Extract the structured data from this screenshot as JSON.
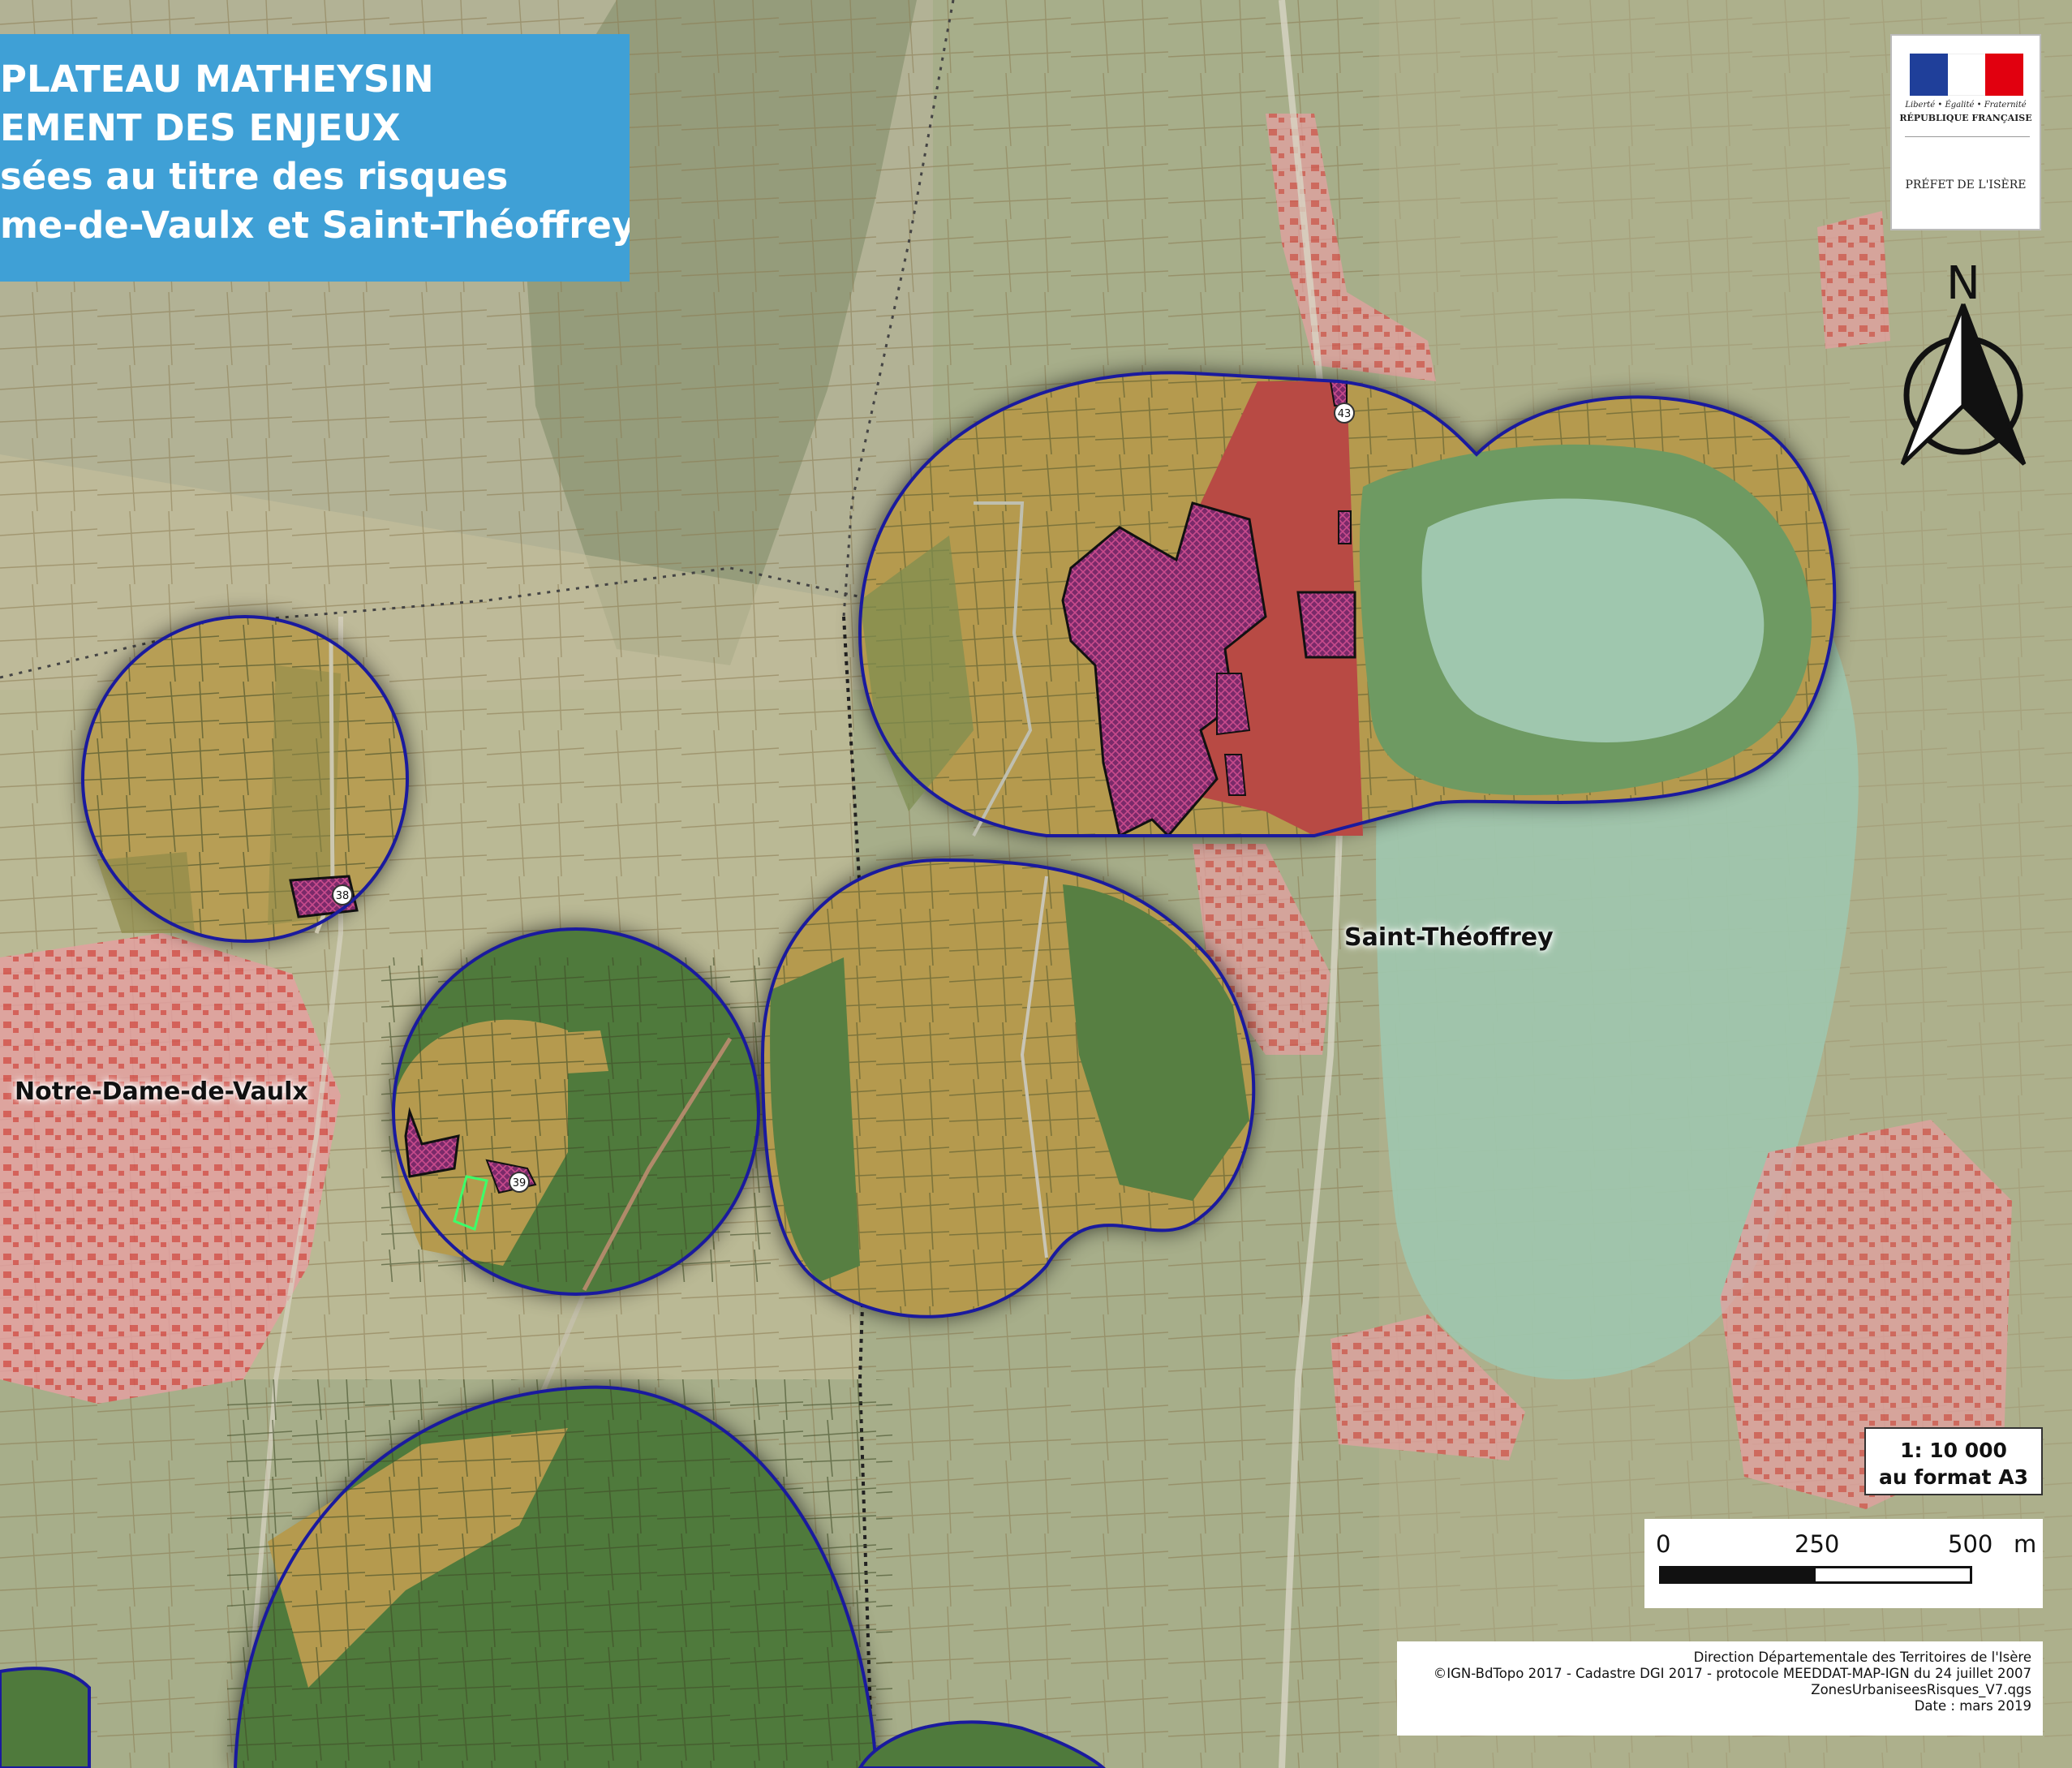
{
  "title": {
    "line1": "PLATEAU MATHEYSIN",
    "line2": "EMENT DES ENJEUX",
    "line3": "sées au titre des risques",
    "line4": "me-de-Vaulx et Saint-Théoffrey"
  },
  "logo": {
    "motto": "Liberté • Égalité • Fraternité",
    "republic": "RÉPUBLIQUE FRANÇAISE",
    "prefect": "PRÉFET DE L'ISÈRE",
    "flag_colors": [
      "#1f3f9a",
      "#ffffff",
      "#e1000f"
    ]
  },
  "north_arrow": {
    "label": "N"
  },
  "place_labels": {
    "saint_theoffrey": "Saint-Théoffrey",
    "notre_dame_de_vaulx": "Notre-Dame-de-Vaulx"
  },
  "road_labels": {
    "r43": "43",
    "r38": "38",
    "r39": "39"
  },
  "scale": {
    "ratio": "1: 10 000",
    "format": "au format A3",
    "tick_0": "0",
    "tick_250": "250",
    "tick_500": "500",
    "unit": "m"
  },
  "credits": {
    "line1": "Direction Départementale des Territoires de l'Isère",
    "line2": "©IGN-BdTopo 2017 - Cadastre DGI 2017 - protocole MEEDDAT-MAP-IGN du 24 juillet 2007",
    "line3": "ZonesUrbaniseesRisques_V7.qgs",
    "line4": "Date : mars 2019"
  },
  "colors": {
    "zone_outline": "#1a1a9e",
    "urban": "#d9534f",
    "stake_hatch": "#6b1e5e",
    "lake": "#8fbfa6",
    "forest": "#4f7a3c",
    "field": "#b59a4e",
    "title_bg": "#3fa0d6"
  }
}
